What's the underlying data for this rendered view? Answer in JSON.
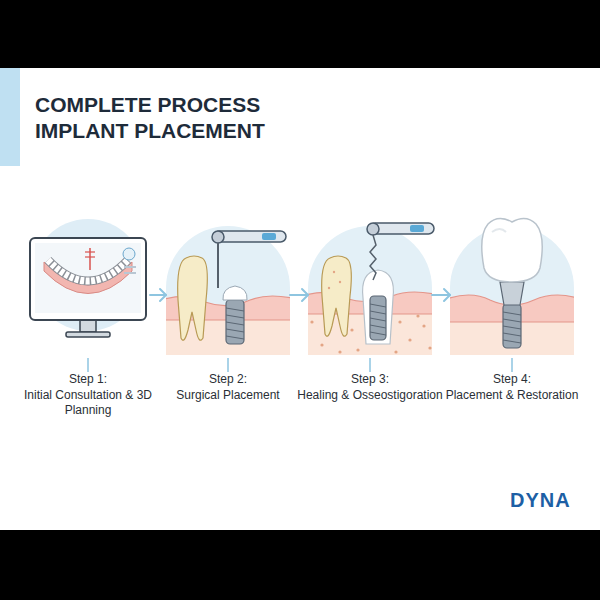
{
  "diagram": {
    "title": "COMPLETE PROCESS IMPLANT PLACEMENT",
    "nodes": [
      {
        "text": [
          "Step 1:",
          "Initial Consultation & 3D Planning"
        ]
      },
      {
        "text": [
          "Step 2:",
          "Surgical Placement"
        ]
      },
      {
        "text": [
          "Step 3:",
          "Healing & Osseostigoration"
        ]
      },
      {
        "text": [
          "Step 4:",
          "Placement & Restoration"
        ]
      }
    ],
    "edges": [
      {
        "from": 0,
        "to": 1,
        "arrow": "to"
      },
      {
        "from": 1,
        "to": 2,
        "arrow": "to"
      },
      {
        "from": 2,
        "to": 3,
        "arrow": "to"
      }
    ],
    "labels": [
      "DYNA"
    ]
  }
}
